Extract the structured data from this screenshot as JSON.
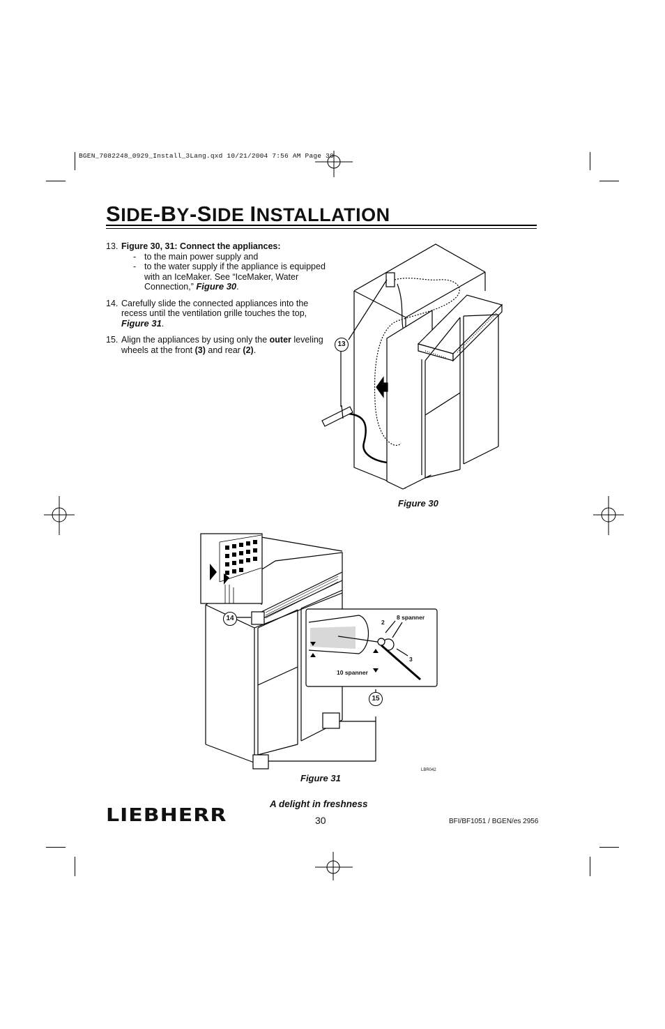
{
  "print_header": "BGEN_7082248_0929_Install_3Lang.qxd  10/21/2004  7:56 AM  Page 30",
  "title": {
    "cap1": "S",
    "rest1": "IDE",
    "dash1": "-",
    "cap2": "B",
    "rest2": "Y",
    "dash2": "-",
    "cap3": "S",
    "rest3": "IDE",
    "cap4": "I",
    "rest4": "NSTALLATION"
  },
  "steps": {
    "s13": {
      "num": "13.",
      "heading": "Figure 30, 31: Connect the appliances:",
      "bullets": [
        "to the main power supply and",
        "to the water supply if the appliance is equipped with an IceMaker. See “IceMaker, Water Connection,”"
      ],
      "bullet2_ref": "Figure 30",
      "bullet2_end": "."
    },
    "s14": {
      "num": "14.",
      "text": "Carefully slide the connected appliances into the recess until the ventilation grille touches the top,",
      "ref": "Figure 31",
      "end": "."
    },
    "s15": {
      "num": "15.",
      "text_a": "Align the appliances by using only the ",
      "bold_a": "outer",
      "text_b": " leveling wheels at the front ",
      "bold_b": "(3)",
      "text_c": " and rear ",
      "bold_c": "(2)",
      "end": "."
    }
  },
  "figure30": {
    "caption": "Figure 30",
    "callout": "13"
  },
  "figure31": {
    "caption": "Figure 31",
    "callout_14": "14",
    "callout_15": "15",
    "label_2": "2",
    "label_8_spanner": "8 spanner",
    "label_3": "3",
    "label_10_spanner": "10 spanner",
    "code": "LBR042"
  },
  "footer": {
    "brand": "LIEBHERR",
    "tagline": "A delight in freshness",
    "page_number": "30",
    "doc_ref": "BFI/BF1051 / BGEN/es 2956"
  }
}
